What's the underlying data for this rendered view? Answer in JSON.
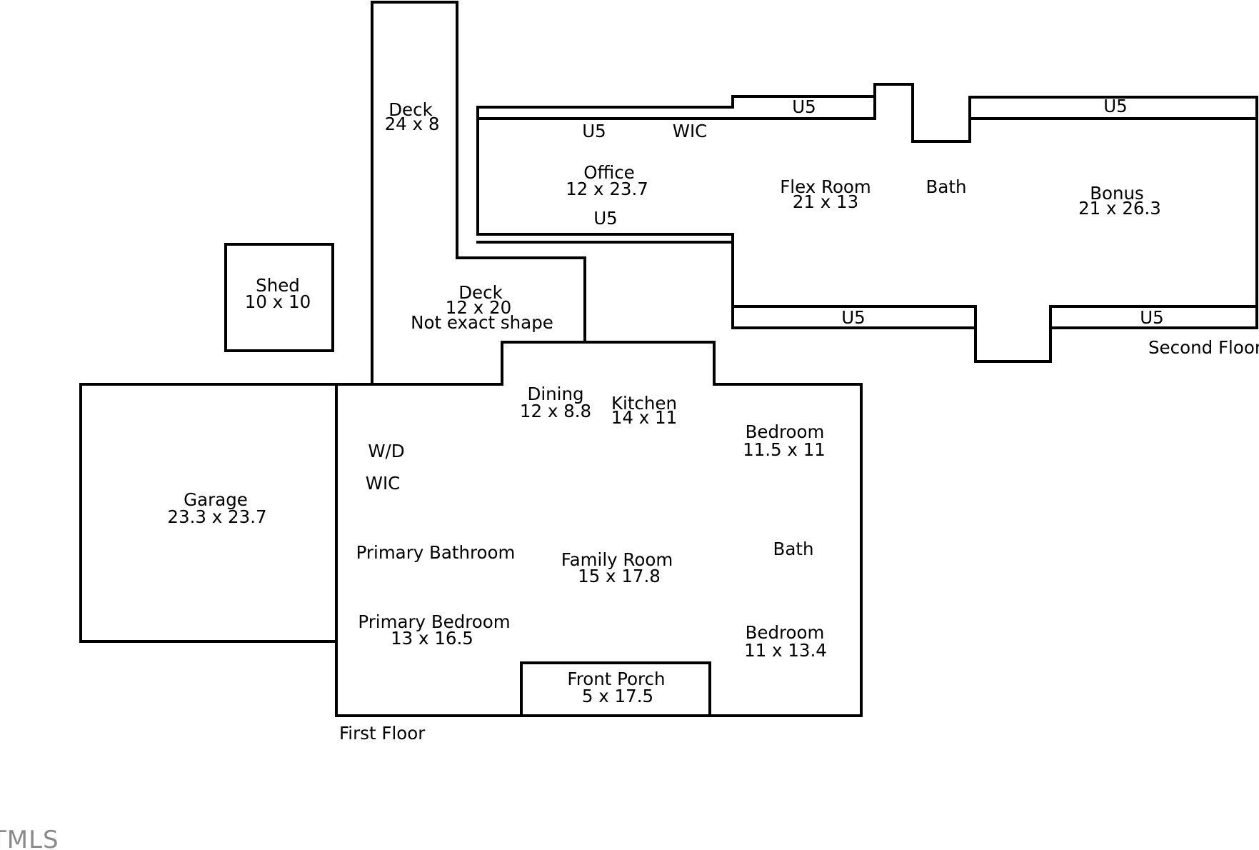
{
  "floor_labels": {
    "first": "First Floor",
    "second": "Second Floor"
  },
  "rooms": {
    "deck_upper": {
      "name": "Deck",
      "dims": "24 x 8"
    },
    "deck_lower": {
      "name": "Deck",
      "dims": "12 x 20",
      "note": "Not exact shape"
    },
    "shed": {
      "name": "Shed",
      "dims": "10 x 10"
    },
    "garage": {
      "name": "Garage",
      "dims": "23.3 x 23.7"
    },
    "dining": {
      "name": "Dining",
      "dims": "12 x 8.8"
    },
    "kitchen": {
      "name": "Kitchen",
      "dims": "14 x 11"
    },
    "bedroom_upper": {
      "name": "Bedroom",
      "dims": "11.5 x 11"
    },
    "laundry": {
      "name": "W/D"
    },
    "wic_first": {
      "name": "WIC"
    },
    "primary_bathroom": {
      "name": "Primary Bathroom"
    },
    "family_room": {
      "name": "Family Room",
      "dims": "15 x 17.8"
    },
    "bath_first": {
      "name": "Bath"
    },
    "primary_bedroom": {
      "name": "Primary Bedroom",
      "dims": "13 x 16.5"
    },
    "bedroom_lower": {
      "name": "Bedroom",
      "dims": "11 x 13.4"
    },
    "front_porch": {
      "name": "Front Porch",
      "dims": "5 x 17.5"
    },
    "office": {
      "name": "Office",
      "dims": "12 x 23.7"
    },
    "wic_second": {
      "name": "WIC"
    },
    "flex_room": {
      "name": "Flex Room",
      "dims": "21 x 13"
    },
    "bath_second": {
      "name": "Bath"
    },
    "bonus": {
      "name": "Bonus",
      "dims": "21 x 26.3"
    }
  },
  "unfinished": {
    "office_top": "U5",
    "office_bottom": "U5",
    "flex_top": "U5",
    "bonus_top": "U5",
    "flex_bottom": "U5",
    "bonus_bottom": "U5"
  },
  "watermark": "TMLS"
}
